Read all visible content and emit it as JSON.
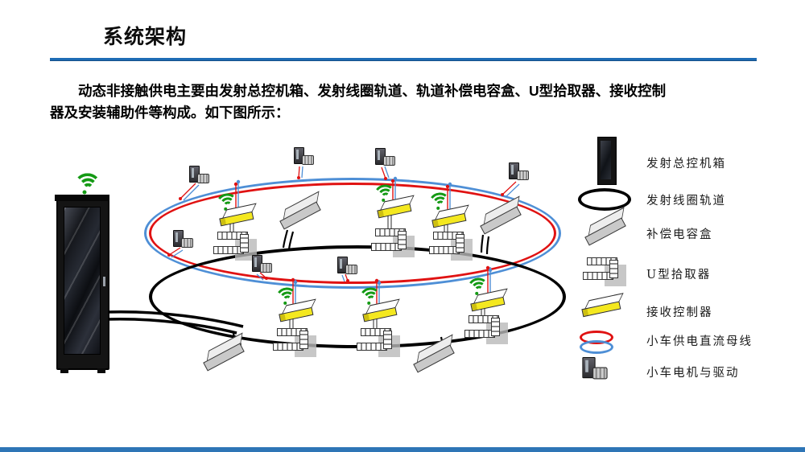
{
  "slide": {
    "title": "系统架构",
    "body_line1": "　　动态非接触供电主要由发射总控机箱、发射线圈轨道、轨道补偿电容盒、U型拾取器、接收控制",
    "body_line2": "器及安装辅助件等构成。如下图所示："
  },
  "legend": {
    "items": [
      {
        "icon": "cabinet-icon",
        "label": "发射总控机箱"
      },
      {
        "icon": "coil-track-ring-icon",
        "label": "发射线圈轨道"
      },
      {
        "icon": "capacitor-box-icon",
        "label": "补偿电容盒"
      },
      {
        "icon": "u-pickup-icon",
        "label": "U型拾取器"
      },
      {
        "icon": "receiver-controller-icon",
        "label": "接收控制器"
      },
      {
        "icon": "dc-bus-rings-icon",
        "label": "小车供电直流母线"
      },
      {
        "icon": "cart-motor-icon",
        "label": "小车电机与驱动"
      }
    ]
  },
  "colors": {
    "accent_blue": "#2e75b6",
    "rule_blue": "#1e6cb5",
    "bus_red": "#e01212",
    "bus_blue": "#4e8fd6",
    "track_black": "#000000",
    "wifi_green": "#149a14",
    "receiver_yellow": "#f4e81f"
  }
}
